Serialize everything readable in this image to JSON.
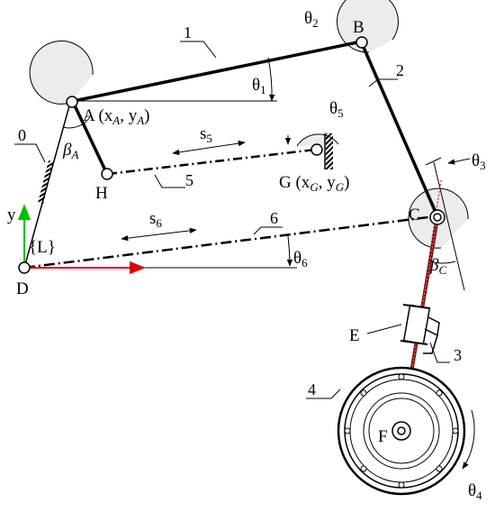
{
  "points": {
    "A": "A",
    "B": "B",
    "C": "C",
    "D": "D",
    "E": "E",
    "F": "F",
    "G": "G",
    "H": "H"
  },
  "coords": {
    "A_open": "(x",
    "A_sub1": "A",
    "A_mid": ", y",
    "A_sub2": "A",
    "A_close": ")",
    "G_open": "(x",
    "G_sub1": "G",
    "G_mid": ", y",
    "G_sub2": "G",
    "G_close": ")"
  },
  "link_numbers": {
    "l0": "0",
    "l1": "1",
    "l2": "2",
    "l3": "3",
    "l4": "4",
    "l5": "5",
    "l6": "6"
  },
  "angles": {
    "theta": "θ",
    "t1": "1",
    "t2": "2",
    "t3": "3",
    "t4": "4",
    "t5": "5",
    "t6": "6",
    "beta": "β",
    "betaA": "A",
    "betaC": "C"
  },
  "strokes": {
    "s": "s",
    "s5": "5",
    "s6": "6"
  },
  "frame": {
    "L": "{L}",
    "y": "y"
  },
  "colors": {
    "y_axis": "#00c000",
    "x_axis": "#e00000",
    "axis_dotted": "#e00000",
    "crank": "#7a1010"
  }
}
